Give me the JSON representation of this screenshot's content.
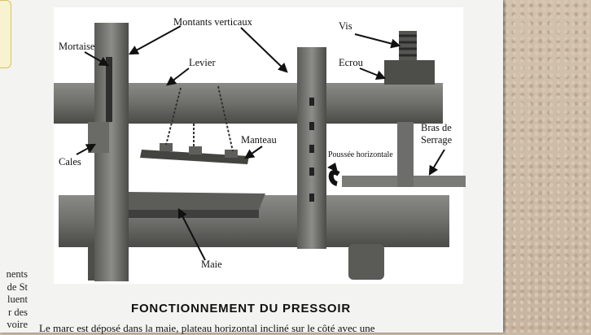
{
  "labels": {
    "montants": "Montants verticaux",
    "mortaise": "Mortaise",
    "vis": "Vis",
    "levier": "Levier",
    "ecrou": "Ecrou",
    "manteau": "Manteau",
    "bras_line1": "Bras de",
    "bras_line2": "Serrage",
    "cales": "Cales",
    "poussee": "Poussée horizontale",
    "maie": "Maie"
  },
  "heading": "FONCTIONNEMENT DU PRESSOIR",
  "body_line": "Le marc est déposé dans la maie, plateau horizontal incliné sur le côté avec une",
  "side_text": [
    "nents",
    "de St",
    "luent",
    "r des",
    "voire"
  ]
}
